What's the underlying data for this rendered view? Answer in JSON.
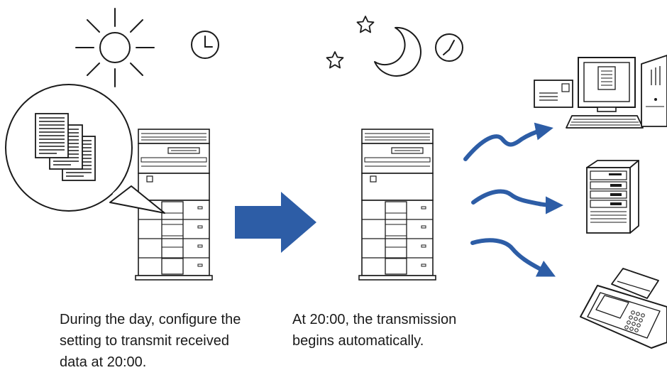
{
  "captions": {
    "day_lines": [
      "During the day, configure the",
      "setting to transmit received",
      "data at 20:00."
    ],
    "night_lines": [
      "At 20:00, the transmission",
      "begins automatically."
    ]
  },
  "icons": [
    "sun-icon",
    "clock-icon",
    "moon-icon",
    "star-icon",
    "document-stack-icon",
    "copier-icon",
    "right-arrow-icon",
    "computer-icon",
    "server-icon",
    "fax-icon",
    "envelope-icon"
  ],
  "colors": {
    "arrow": "#2d5da6",
    "line": "#1a1a1a",
    "background": "#ffffff"
  }
}
